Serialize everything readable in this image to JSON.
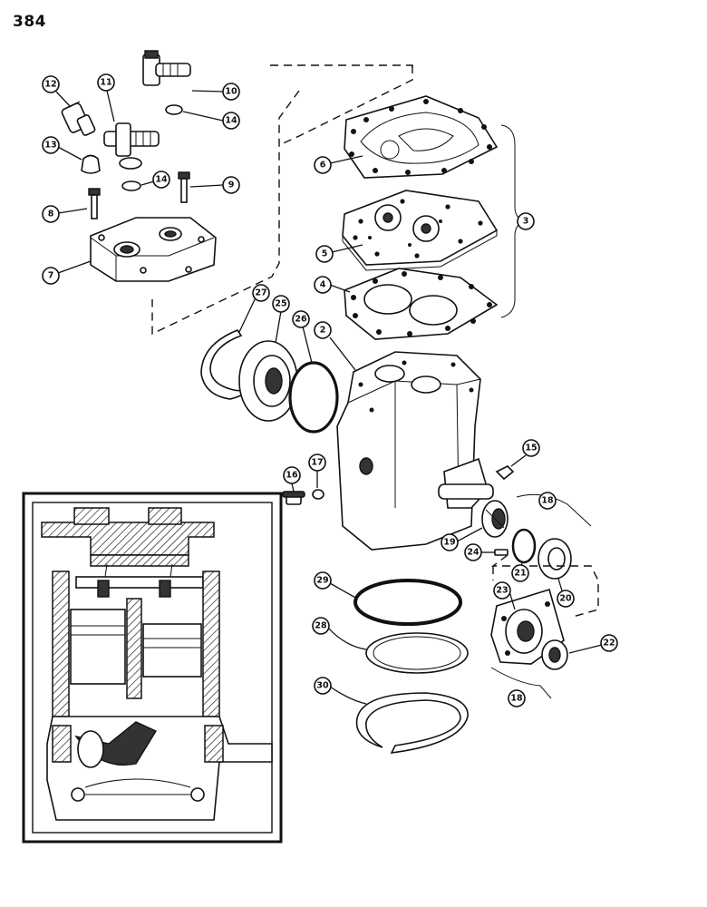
{
  "page": {
    "number": "384"
  },
  "callouts": [
    "2",
    "3",
    "4",
    "5",
    "6",
    "7",
    "8",
    "9",
    "10",
    "11",
    "12",
    "13",
    "14",
    "15",
    "16",
    "17",
    "18",
    "19",
    "20",
    "21",
    "22",
    "23",
    "24",
    "25",
    "26",
    "27",
    "28",
    "29",
    "30"
  ],
  "colors": {
    "ink": "#111111",
    "paper": "#ffffff"
  }
}
